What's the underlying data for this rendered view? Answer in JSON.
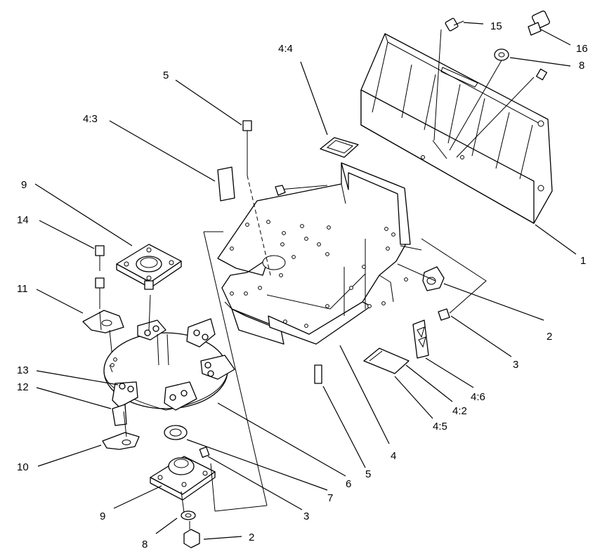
{
  "diagram": {
    "callouts": [
      {
        "id": "c16",
        "text": "16"
      },
      {
        "id": "c15",
        "text": "15"
      },
      {
        "id": "c8a",
        "text": "8"
      },
      {
        "id": "c1",
        "text": "1"
      },
      {
        "id": "c44",
        "text": "4:4"
      },
      {
        "id": "c5a",
        "text": "5"
      },
      {
        "id": "c43",
        "text": "4:3"
      },
      {
        "id": "c9a",
        "text": "9"
      },
      {
        "id": "c14",
        "text": "14"
      },
      {
        "id": "c11",
        "text": "11"
      },
      {
        "id": "c2a",
        "text": "2"
      },
      {
        "id": "c3a",
        "text": "3"
      },
      {
        "id": "c46",
        "text": "4:6"
      },
      {
        "id": "c13",
        "text": "13"
      },
      {
        "id": "c12",
        "text": "12"
      },
      {
        "id": "c42",
        "text": "4:2"
      },
      {
        "id": "c45",
        "text": "4:5"
      },
      {
        "id": "c4",
        "text": "4"
      },
      {
        "id": "c5b",
        "text": "5"
      },
      {
        "id": "c6",
        "text": "6"
      },
      {
        "id": "c10",
        "text": "10"
      },
      {
        "id": "c7",
        "text": "7"
      },
      {
        "id": "c9b",
        "text": "9"
      },
      {
        "id": "c3b",
        "text": "3"
      },
      {
        "id": "c8b",
        "text": "8"
      },
      {
        "id": "c2b",
        "text": "2"
      }
    ]
  }
}
